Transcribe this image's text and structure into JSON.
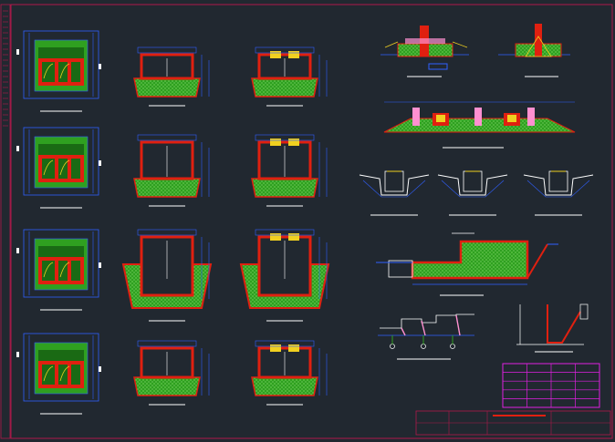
{
  "drawing": {
    "background": "#212830",
    "palette": {
      "frame": "#b0184a",
      "wall": "#e02010",
      "wall_edge": "#ff5020",
      "fill": "#2fa020",
      "fill_dot": "#9cf07a",
      "dim": "#3060ff",
      "text": "#ffffff",
      "yellow": "#f0d020",
      "magenta": "#e020e0",
      "pink": "#ff90d0",
      "grid": "#8a8fa0"
    },
    "rows": [
      {
        "plan": "plan-view-1",
        "section_a": "section-small-1",
        "section_b": "section-small-2"
      },
      {
        "plan": "plan-view-2",
        "section_a": "section-mid-1",
        "section_b": "section-mid-2"
      },
      {
        "plan": "plan-view-3",
        "section_a": "section-deep-1",
        "section_b": "section-deep-2"
      },
      {
        "plan": "plan-view-4",
        "section_a": "section-small-3",
        "section_b": "section-small-4"
      }
    ],
    "title_block": {
      "rows": 5,
      "cols": 4
    }
  }
}
